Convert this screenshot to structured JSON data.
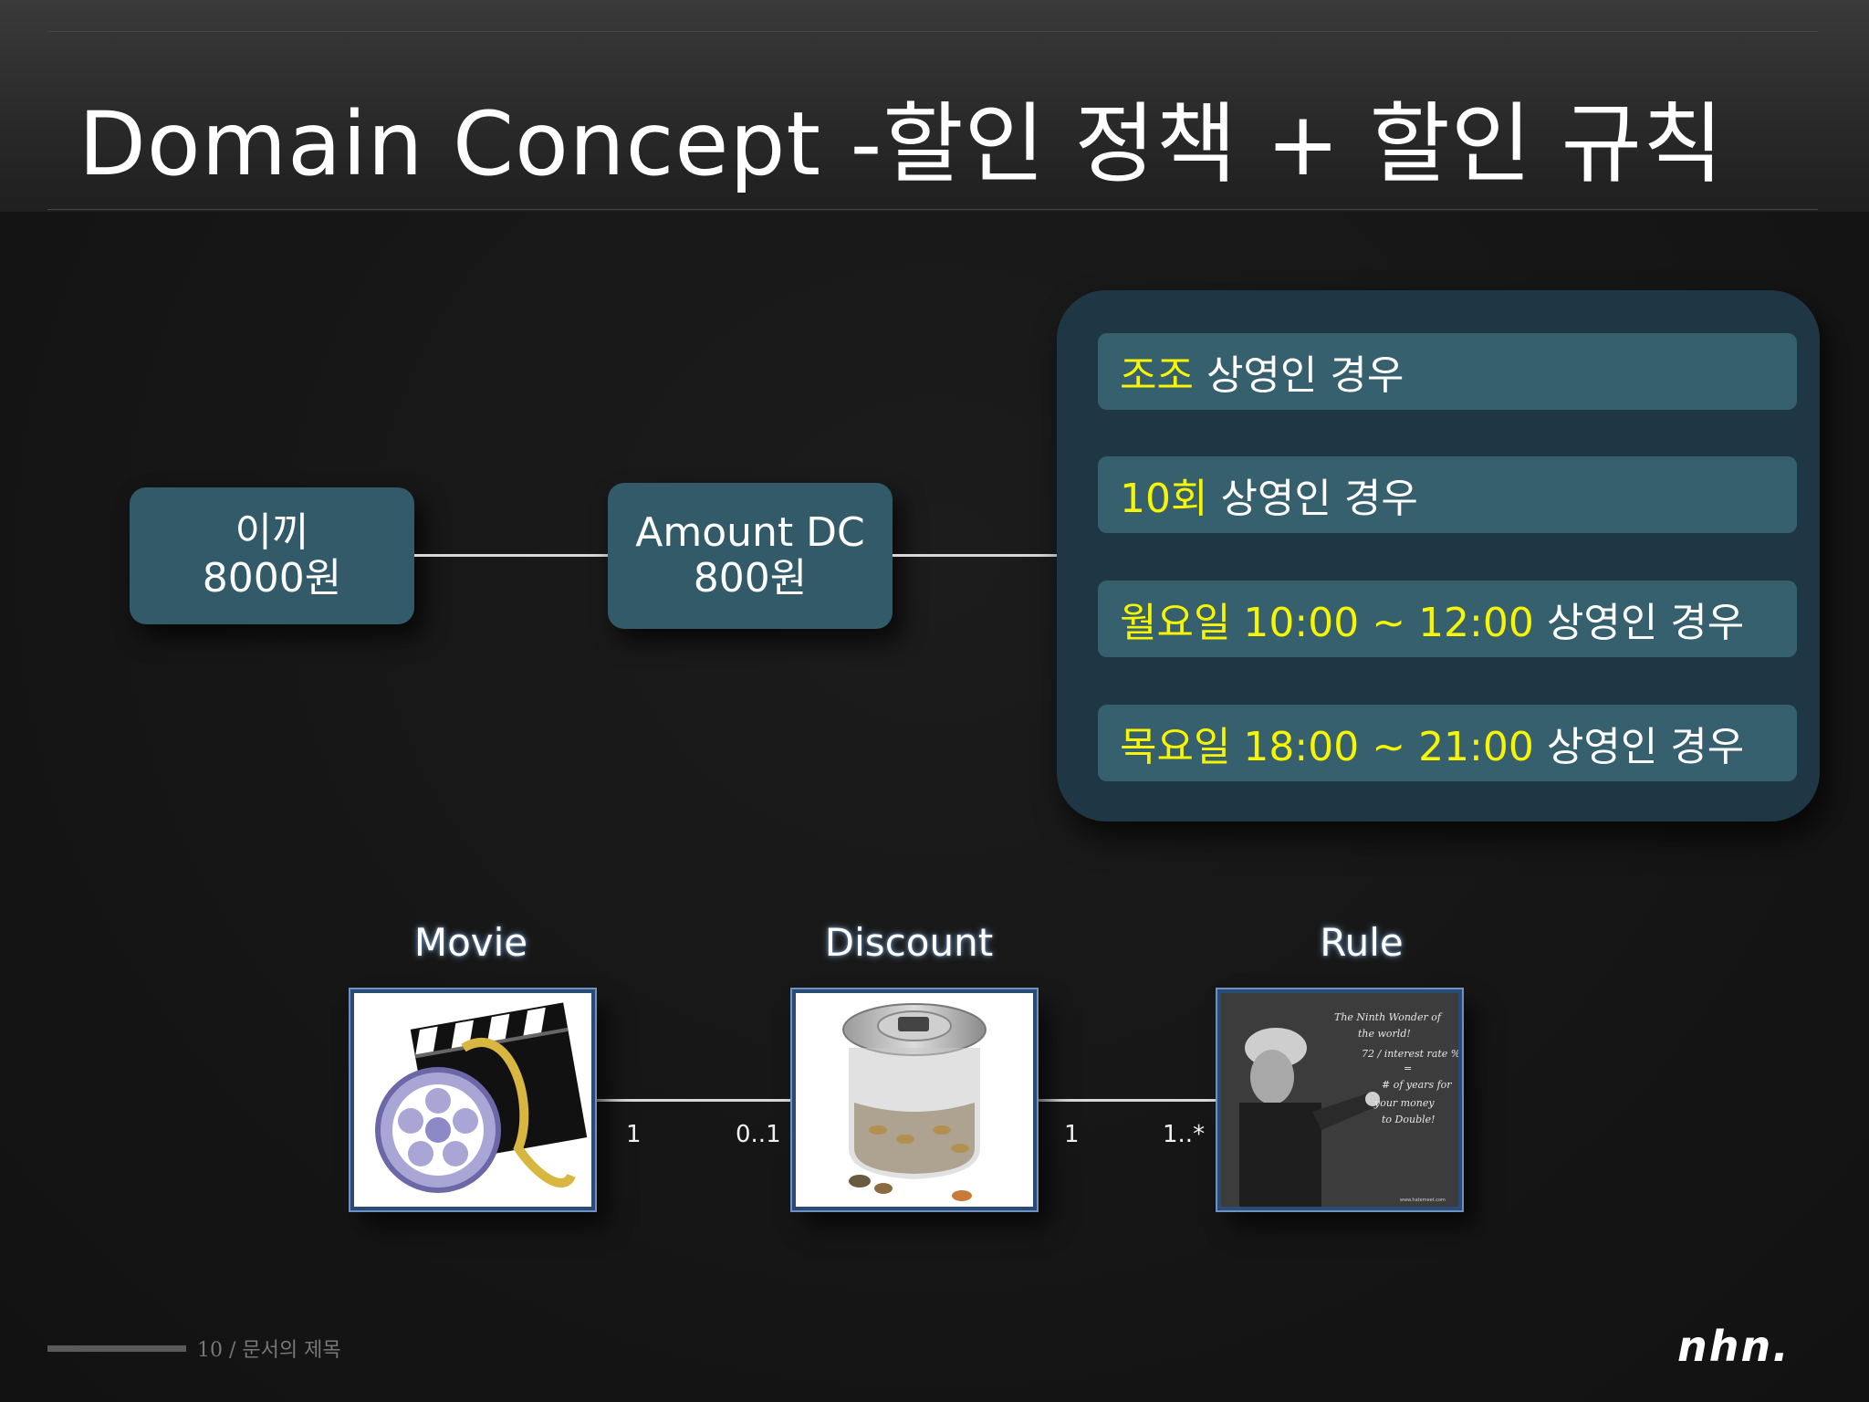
{
  "title": "Domain Concept -할인 정책 + 할인 규칙",
  "movie_box": {
    "line1": "이끼",
    "line2": "8000원"
  },
  "discount_box": {
    "line1": "Amount DC",
    "line2": "800원"
  },
  "rules": [
    {
      "highlight": "조조",
      "rest": " 상영인 경우"
    },
    {
      "highlight": "10회",
      "rest": " 상영인 경우"
    },
    {
      "highlight": "월요일 10:00 ~ 12:00",
      "rest": " 상영인 경우"
    },
    {
      "highlight": "목요일 18:00 ~ 21:00",
      "rest": " 상영인 경우"
    }
  ],
  "classes": {
    "movie": "Movie",
    "discount": "Discount",
    "rule": "Rule"
  },
  "multiplicities": {
    "movie_side": "1",
    "discount_left": "0..1",
    "discount_right": "1",
    "rule_side": "1..*"
  },
  "chalkboard_text": [
    "The Ninth Wonder of",
    "the world!",
    "72 / interest rate %",
    "=",
    "# of years for",
    "your money",
    "to Double!",
    "www.hatemeet.com"
  ],
  "footer": {
    "page": "10 / 문서의 제목",
    "logo": "nhn."
  },
  "colors": {
    "box": "#325a68",
    "panel": "#1f3744",
    "highlight": "#f7f500"
  },
  "icons": {
    "movie": "film-reel-clapperboard-icon",
    "discount": "coin-jar-icon",
    "rule": "einstein-chalkboard-image"
  }
}
